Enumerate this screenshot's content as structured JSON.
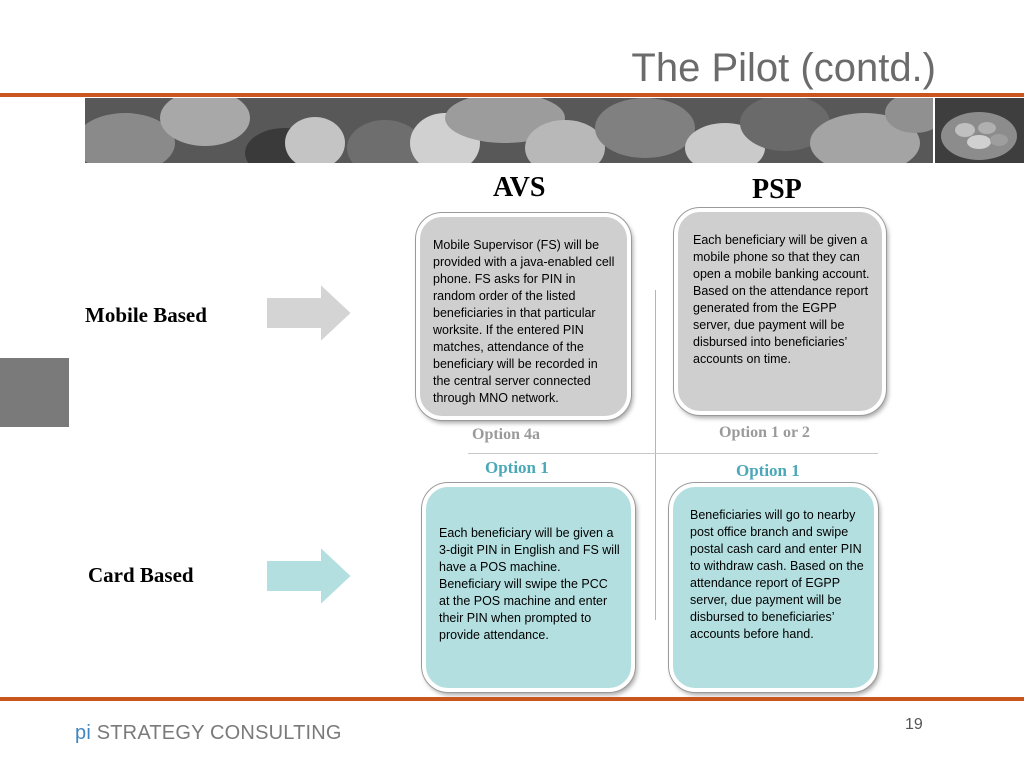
{
  "slide": {
    "title": "The Pilot (contd.)",
    "page_number": "19"
  },
  "columns": {
    "avs": "AVS",
    "psp": "PSP"
  },
  "rows": {
    "mobile": "Mobile Based",
    "card": "Card Based"
  },
  "boxes": {
    "mobile_avs": "Mobile Supervisor (FS) will be provided with a java-enabled cell phone. FS asks for PIN in random order of the listed beneficiaries in that particular worksite. If the entered PIN matches, attendance of the beneficiary will be recorded in the central server connected through MNO network.",
    "mobile_psp": "Each beneficiary will be given a mobile phone so that they can open a mobile banking account. Based on the attendance report generated from the EGPP server, due payment will be disbursed into beneficiaries’ accounts on time.",
    "card_avs": "Each beneficiary will be given a 3-digit PIN in English and FS will have a POS machine. Beneficiary will swipe the PCC at the POS machine and enter their PIN when prompted to provide attendance.",
    "card_psp": "Beneficiaries will go to nearby post office branch and swipe postal cash card and enter PIN to withdraw cash. Based on the attendance report of EGPP server, due payment will be disbursed to beneficiaries’ accounts before hand."
  },
  "options": {
    "mobile_avs": "Option 4a",
    "mobile_psp": "Option 1 or 2",
    "card_avs": "Option 1",
    "card_psp": "Option 1"
  },
  "footer": {
    "brand_pi": "pi",
    "brand_rest": " STRATEGY CONSULTING"
  },
  "colors": {
    "accent_rule": "#c8561e",
    "gray_box": "#cfcfcf",
    "teal_box": "#b4dfe0",
    "teal_text": "#4aa8b8",
    "brand_blue": "#3f86c1"
  },
  "icons": {
    "mobile_arrow": "arrow-right-icon",
    "card_arrow": "arrow-right-icon"
  }
}
